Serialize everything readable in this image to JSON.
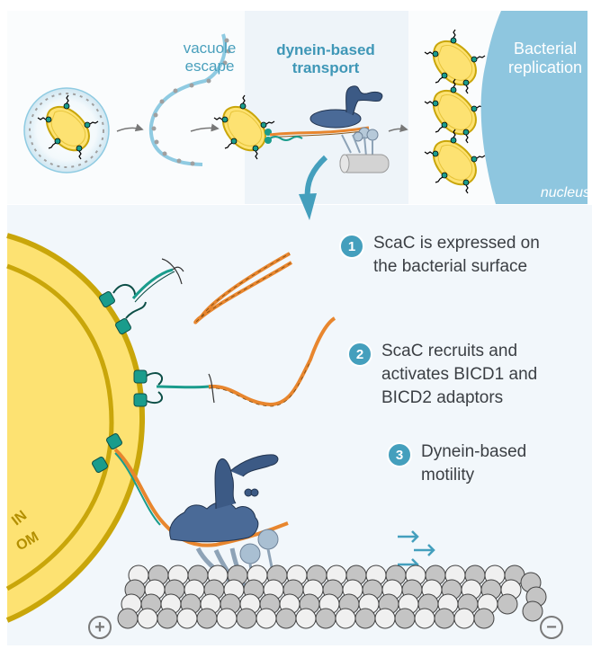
{
  "top_panel": {
    "vacuole_escape_label": [
      "vacuole",
      "escape"
    ],
    "transport_label": [
      "dynein-based",
      "transport"
    ],
    "replication_label": [
      "Bacterial",
      "replication"
    ],
    "nucleus_label": "nucleus"
  },
  "steps": [
    {
      "number": "1",
      "lines": [
        "ScaC is expressed on",
        "the bacterial surface"
      ]
    },
    {
      "number": "2",
      "lines": [
        "ScaC recruits and",
        "activates BICD1 and",
        "BICD2 adaptors"
      ]
    },
    {
      "number": "3",
      "lines": [
        "Dynein-based",
        "motility"
      ]
    }
  ],
  "membrane_labels": {
    "inner": "IN",
    "outer": "OM"
  },
  "microtubule": {
    "plus_end": "+",
    "minus_end": "−"
  },
  "colors": {
    "accent": "#449fbd",
    "bacterium_fill": "#fde272",
    "bacterium_border": "#c9a60a",
    "scac": "#1a9c8c",
    "bicd": "#e8862e",
    "dynein_dark": "#3c5a85",
    "dynactin_light": "#a9bfd2",
    "nucleus": "#8ec6df",
    "tubulin_light": "#f0f0f0",
    "tubulin_dark": "#c4c4c4"
  }
}
